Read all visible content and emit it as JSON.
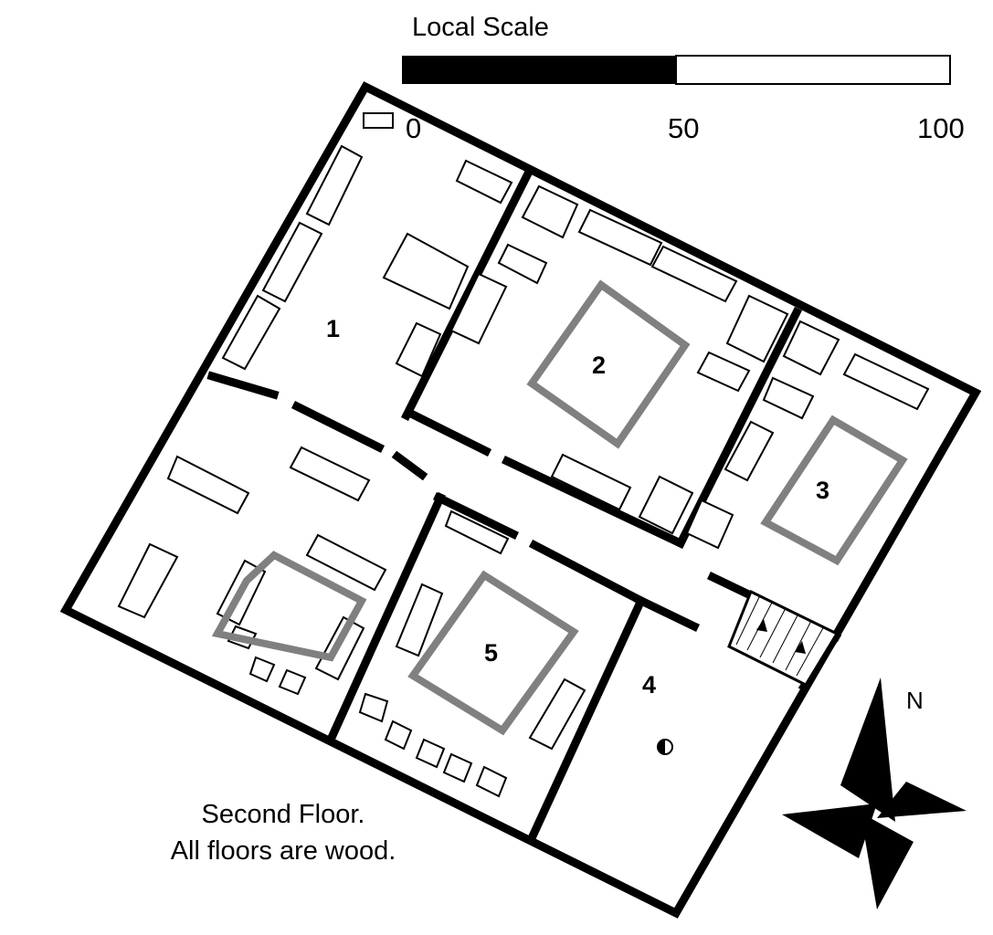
{
  "scale": {
    "title": "Local Scale",
    "ticks": [
      "0",
      "50",
      "100"
    ],
    "fill_fraction": 0.5
  },
  "rooms": [
    {
      "number": "1"
    },
    {
      "number": "2"
    },
    {
      "number": "3"
    },
    {
      "number": "4"
    },
    {
      "number": "5"
    }
  ],
  "compass": {
    "label": "N"
  },
  "caption": {
    "line1": "Second Floor.",
    "line2": "All floors are wood."
  },
  "colors": {
    "wall": "#000000",
    "rug": "#808080",
    "floor": "#ffffff"
  }
}
